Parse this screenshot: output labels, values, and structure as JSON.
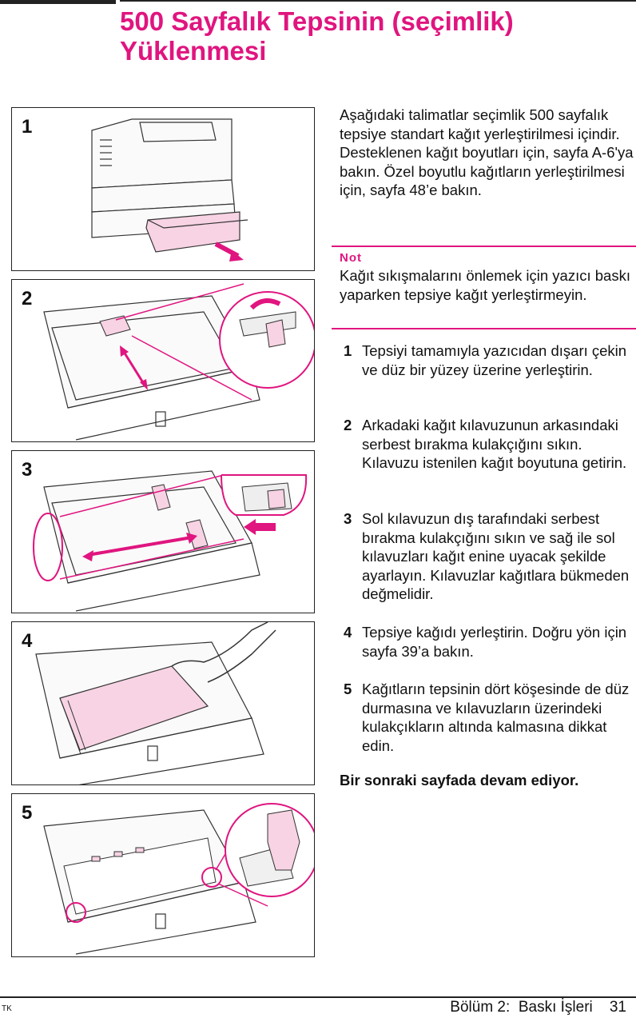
{
  "page": {
    "title_line1": "500 Sayfalık Tepsinin (seçimlik)",
    "title_line2": "Yüklenmesi"
  },
  "panels": [
    "1",
    "2",
    "3",
    "4",
    "5"
  ],
  "intro": "Aşağıdaki talimatlar seçimlik 500 sayfalık tepsiye standart kağıt yerleştirilmesi içindir. Desteklenen kağıt boyutları için, sayfa A-6'ya bakın. Özel boyutlu kağıtların yerleştirilmesi için, sayfa 48’e bakın.",
  "note": {
    "heading": "Not",
    "text": "Kağıt sıkışmalarını önlemek için yazıcı baskı yaparken tepsiye kağıt yerleştirmeyin."
  },
  "steps": [
    {
      "num": "1",
      "text": "Tepsiyi tamamıyla yazıcıdan dışarı çekin ve düz bir yüzey üzerine yerleştirin."
    },
    {
      "num": "2",
      "text": "Arkadaki kağıt kılavuzunun arkasındaki serbest bırakma kulakçığını sıkın. Kılavuzu istenilen kağıt boyutuna getirin."
    },
    {
      "num": "3",
      "text": "Sol kılavuzun dış tarafındaki serbest bırakma kulakçığını sıkın ve sağ ile sol kılavuzları kağıt enine uyacak şekilde ayarlayın. Kılavuzlar kağıtlara bükmeden değmelidir."
    },
    {
      "num": "4",
      "text": "Tepsiye kağıdı yerleştirin. Doğru yön için sayfa 39’a bakın."
    },
    {
      "num": "5",
      "text": "Kağıtların tepsinin dört köşesinde de düz durmasına ve kılavuzların üzerindeki kulakçıkların altında kalmasına dikkat edin."
    }
  ],
  "continue_text": "Bir sonraki sayfada devam ediyor.",
  "footer": {
    "lang_tag": "TK",
    "chapter": "Bölüm 2:  Baskı İşleri    31"
  },
  "colors": {
    "accent": "#e0157f",
    "paper": "#f7d3e3"
  }
}
